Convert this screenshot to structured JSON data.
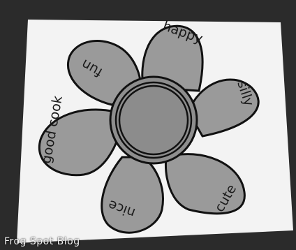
{
  "photo": {
    "subject": "paper flower craft",
    "petals": [
      {
        "word": "happy"
      },
      {
        "word": "silly"
      },
      {
        "word": "cute"
      },
      {
        "word": "nice"
      },
      {
        "word": "good cook"
      },
      {
        "word": "fun"
      }
    ]
  },
  "watermark": {
    "text": "Frog Spot Blog"
  },
  "colors": {
    "table": "#2a2a2a",
    "paper": "#f3f3f3",
    "petal": "#9a9a9a",
    "center": "#8c8c8c",
    "outline": "#111111"
  }
}
